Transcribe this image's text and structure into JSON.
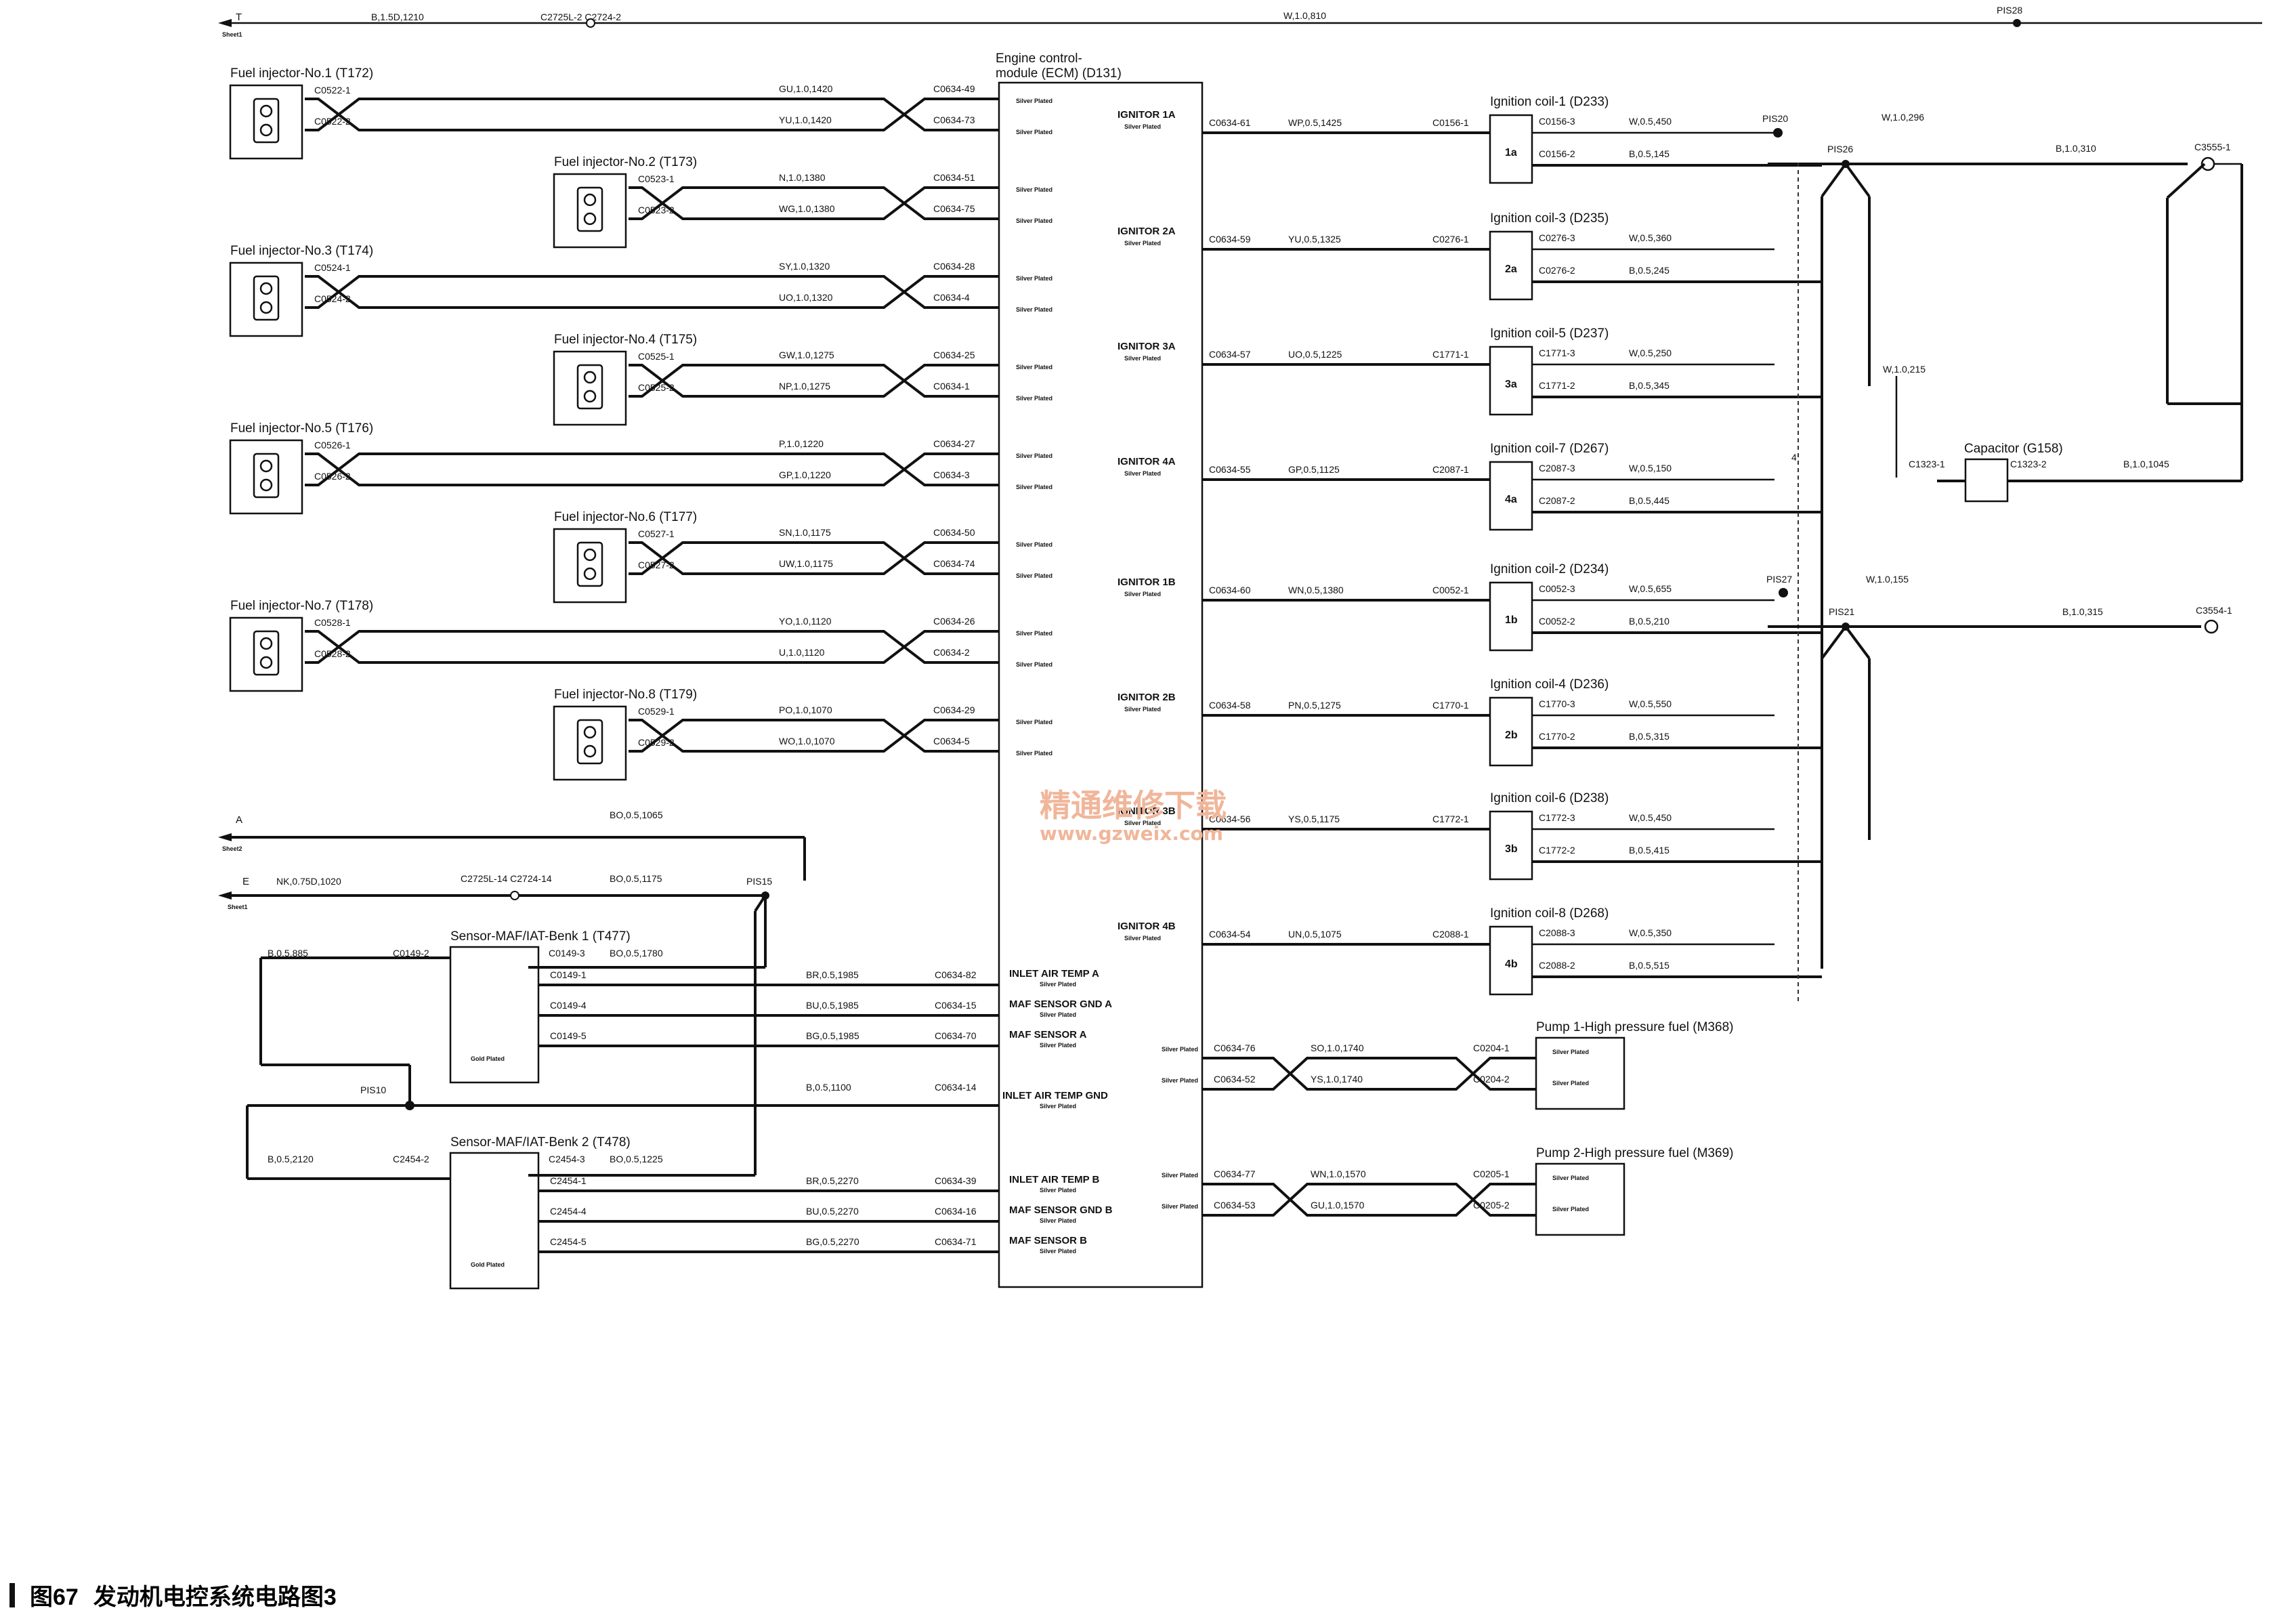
{
  "caption": {
    "figure": "图67",
    "title": "发动机电控系统电路图3"
  },
  "watermark": {
    "cn": "精通维修下载",
    "url": "www.gzweix.com"
  },
  "offpage": [
    {
      "letter": "T",
      "sheet": "Sheet1",
      "wire": "B,1.5D,1210",
      "connector": "C2725L-2 C2724-2"
    },
    {
      "letter": "A",
      "sheet": "Sheet2",
      "wire": "BO,0.5,1065"
    },
    {
      "letter": "E",
      "sheet": "Sheet1",
      "wire": "NK,0.75D,1020",
      "connector": "C2725L-14 C2724-14",
      "wire2": "BO,0.5,1175"
    }
  ],
  "top_bus": {
    "wire": "W,1.0,810",
    "splice": "PIS28"
  },
  "ecm": {
    "title1": "Engine control-",
    "title2": "module (ECM) (D131)",
    "plating": "Silver Plated",
    "gold": "Gold Plated",
    "ignitors": [
      "IGNITOR 1A",
      "IGNITOR 2A",
      "IGNITOR 3A",
      "IGNITOR 4A",
      "IGNITOR 1B",
      "IGNITOR 2B",
      "IGNITOR 3B",
      "IGNITOR 4B"
    ],
    "sensor_pins": [
      "INLET AIR TEMP A",
      "MAF SENSOR GND A",
      "MAF SENSOR A",
      "INLET AIR TEMP GND",
      "INLET AIR TEMP B",
      "MAF SENSOR GND B",
      "MAF SENSOR B"
    ]
  },
  "injectors": [
    {
      "name": "Fuel injector-No.1 (T172)",
      "p1": "C0522-1",
      "p2": "C0522-2",
      "w1": "GU,1.0,1420",
      "w2": "YU,1.0,1420",
      "e1": "C0634-49",
      "e2": "C0634-73"
    },
    {
      "name": "Fuel injector-No.2 (T173)",
      "p1": "C0523-1",
      "p2": "C0523-2",
      "w1": "N,1.0,1380",
      "w2": "WG,1.0,1380",
      "e1": "C0634-51",
      "e2": "C0634-75"
    },
    {
      "name": "Fuel injector-No.3 (T174)",
      "p1": "C0524-1",
      "p2": "C0524-2",
      "w1": "SY,1.0,1320",
      "w2": "UO,1.0,1320",
      "e1": "C0634-28",
      "e2": "C0634-4"
    },
    {
      "name": "Fuel injector-No.4 (T175)",
      "p1": "C0525-1",
      "p2": "C0525-2",
      "w1": "GW,1.0,1275",
      "w2": "NP,1.0,1275",
      "e1": "C0634-25",
      "e2": "C0634-1"
    },
    {
      "name": "Fuel injector-No.5 (T176)",
      "p1": "C0526-1",
      "p2": "C0526-2",
      "w1": "P,1.0,1220",
      "w2": "GP,1.0,1220",
      "e1": "C0634-27",
      "e2": "C0634-3"
    },
    {
      "name": "Fuel injector-No.6 (T177)",
      "p1": "C0527-1",
      "p2": "C0527-2",
      "w1": "SN,1.0,1175",
      "w2": "UW,1.0,1175",
      "e1": "C0634-50",
      "e2": "C0634-74"
    },
    {
      "name": "Fuel injector-No.7 (T178)",
      "p1": "C0528-1",
      "p2": "C0528-2",
      "w1": "YO,1.0,1120",
      "w2": "U,1.0,1120",
      "e1": "C0634-26",
      "e2": "C0634-2"
    },
    {
      "name": "Fuel injector-No.8 (T179)",
      "p1": "C0529-1",
      "p2": "C0529-2",
      "w1": "PO,1.0,1070",
      "w2": "WO,1.0,1070",
      "e1": "C0634-29",
      "e2": "C0634-5"
    }
  ],
  "coils": [
    {
      "name": "Ignition coil-1 (D233)",
      "tag": "1a",
      "e": "C0634-61",
      "wire": "WP,0.5,1425",
      "c1": "C0156-1",
      "c3": "C0156-3",
      "w3": "W,0.5,450",
      "c2": "C0156-2",
      "w2": "B,0.5,145"
    },
    {
      "name": "Ignition coil-3 (D235)",
      "tag": "2a",
      "e": "C0634-59",
      "wire": "YU,0.5,1325",
      "c1": "C0276-1",
      "c3": "C0276-3",
      "w3": "W,0.5,360",
      "c2": "C0276-2",
      "w2": "B,0.5,245"
    },
    {
      "name": "Ignition coil-5 (D237)",
      "tag": "3a",
      "e": "C0634-57",
      "wire": "UO,0.5,1225",
      "c1": "C1771-1",
      "c3": "C1771-3",
      "w3": "W,0.5,250",
      "c2": "C1771-2",
      "w2": "B,0.5,345"
    },
    {
      "name": "Ignition coil-7 (D267)",
      "tag": "4a",
      "e": "C0634-55",
      "wire": "GP,0.5,1125",
      "c1": "C2087-1",
      "c3": "C2087-3",
      "w3": "W,0.5,150",
      "c2": "C2087-2",
      "w2": "B,0.5,445"
    },
    {
      "name": "Ignition coil-2 (D234)",
      "tag": "1b",
      "e": "C0634-60",
      "wire": "WN,0.5,1380",
      "c1": "C0052-1",
      "c3": "C0052-3",
      "w3": "W,0.5,655",
      "c2": "C0052-2",
      "w2": "B,0.5,210"
    },
    {
      "name": "Ignition coil-4 (D236)",
      "tag": "2b",
      "e": "C0634-58",
      "wire": "PN,0.5,1275",
      "c1": "C1770-1",
      "c3": "C1770-3",
      "w3": "W,0.5,550",
      "c2": "C1770-2",
      "w2": "B,0.5,315"
    },
    {
      "name": "Ignition coil-6 (D238)",
      "tag": "3b",
      "e": "C0634-56",
      "wire": "YS,0.5,1175",
      "c1": "C1772-1",
      "c3": "C1772-3",
      "w3": "W,0.5,450",
      "c2": "C1772-2",
      "w2": "B,0.5,415"
    },
    {
      "name": "Ignition coil-8 (D268)",
      "tag": "4b",
      "e": "C0634-54",
      "wire": "UN,0.5,1075",
      "c1": "C2088-1",
      "c3": "C2088-3",
      "w3": "W,0.5,350",
      "c2": "C2088-2",
      "w2": "B,0.5,515"
    }
  ],
  "splices": {
    "pis20": "PIS20",
    "pis26": "PIS26",
    "pis27": "PIS27",
    "pis21": "PIS21",
    "pis15": "PIS15",
    "pis10": "PIS10",
    "w_pis20": "W,1.0,296",
    "w_pis27": "W,1.0,155",
    "w_cap": "W,1.0,215",
    "b26": "B,1.0,310",
    "b21": "B,1.0,315",
    "g1": "C3555-1",
    "g2": "C3554-1",
    "dot": "4"
  },
  "capacitor": {
    "name": "Capacitor (G158)",
    "p1": "C1323-1",
    "p2": "C1323-2",
    "wire": "B,1.0,1045"
  },
  "maf": [
    {
      "name": "Sensor-MAF/IAT-Benk 1 (T477)",
      "pg": "C0149-2",
      "wg": "B,0.5,885",
      "p3": "C0149-3",
      "w3": "BO,0.5,1780",
      "rows": [
        [
          "C0149-1",
          "BR,0.5,1985",
          "C0634-82"
        ],
        [
          "C0149-4",
          "BU,0.5,1985",
          "C0634-15"
        ],
        [
          "C0149-5",
          "BG,0.5,1985",
          "C0634-70"
        ]
      ]
    },
    {
      "name": "Sensor-MAF/IAT-Benk 2 (T478)",
      "pg": "C2454-2",
      "wg": "B,0.5,2120",
      "p3": "C2454-3",
      "w3": "BO,0.5,1225",
      "rows": [
        [
          "C2454-1",
          "BR,0.5,2270",
          "C0634-39"
        ],
        [
          "C2454-4",
          "BU,0.5,2270",
          "C0634-16"
        ],
        [
          "C2454-5",
          "BG,0.5,2270",
          "C0634-71"
        ]
      ]
    }
  ],
  "iat_gnd": {
    "wire": "B,0.5,1100",
    "e": "C0634-14"
  },
  "pumps": [
    {
      "name": "Pump 1-High pressure fuel (M368)",
      "e1": "C0634-76",
      "w1": "SO,1.0,1740",
      "c1": "C0204-1",
      "e2": "C0634-52",
      "w2": "YS,1.0,1740",
      "c2": "C0204-2"
    },
    {
      "name": "Pump 2-High pressure fuel (M369)",
      "e1": "C0634-77",
      "w1": "WN,1.0,1570",
      "c1": "C0205-1",
      "e2": "C0634-53",
      "w2": "GU,1.0,1570",
      "c2": "C0205-2"
    }
  ]
}
